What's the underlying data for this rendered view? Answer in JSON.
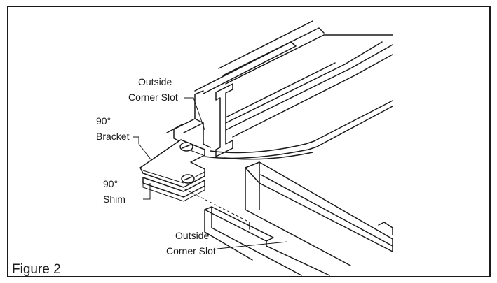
{
  "figure": {
    "caption": "Figure 2",
    "labels": {
      "outside_corner_slot_top_line1": "Outside",
      "outside_corner_slot_top_line2": "Corner Slot",
      "bracket_line1": "90°",
      "bracket_line2": "Bracket",
      "shim_line1": "90°",
      "shim_line2": "Shim",
      "outside_corner_slot_bottom_line1": "Outside",
      "outside_corner_slot_bottom_line2": "Corner Slot"
    }
  }
}
